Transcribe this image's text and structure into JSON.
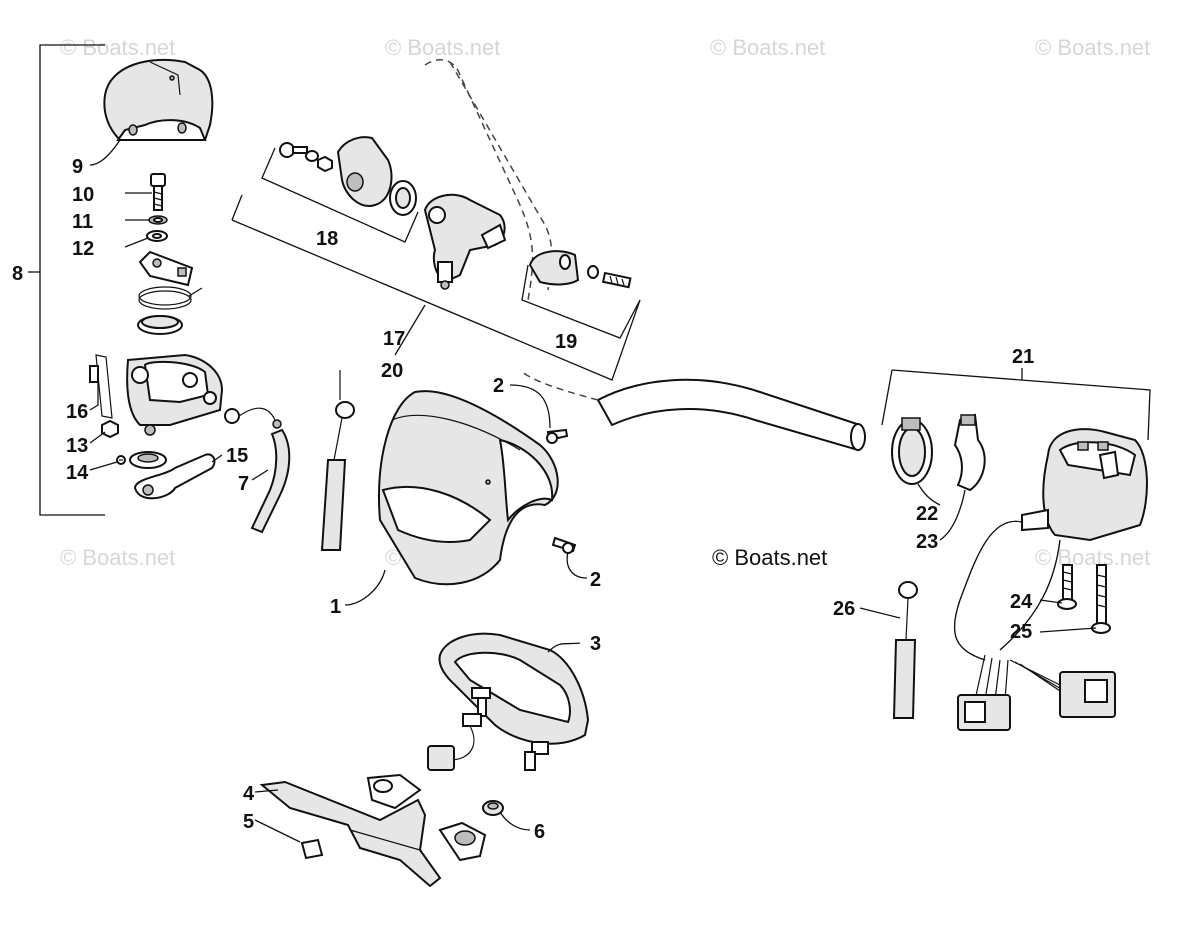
{
  "watermarks": {
    "faint": "© Boats.net",
    "main": "© Boats.net"
  },
  "callouts": {
    "c1": "1",
    "c2a": "2",
    "c2b": "2",
    "c3": "3",
    "c4": "4",
    "c5": "5",
    "c6": "6",
    "c7": "7",
    "c8": "8",
    "c9": "9",
    "c10": "10",
    "c11": "11",
    "c12": "12",
    "c13": "13",
    "c14": "14",
    "c15": "15",
    "c16": "16",
    "c17": "17",
    "c18": "18",
    "c19": "19",
    "c20": "20",
    "c21": "21",
    "c22": "22",
    "c23": "23",
    "c24": "24",
    "c25": "25",
    "c26": "26"
  },
  "colors": {
    "line": "#111111",
    "watermark": "#d6d6d6",
    "background": "#ffffff"
  }
}
